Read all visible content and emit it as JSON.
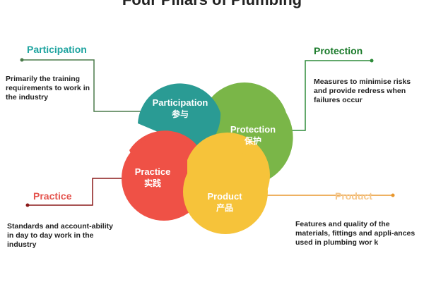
{
  "title": "Four Pillars of Plumbing",
  "colors": {
    "participation": "#2a9b94",
    "protection": "#7ab648",
    "practice": "#ef5146",
    "product": "#f6c33a",
    "participation_line": "#4a7a4a",
    "protection_line": "#2e8b3a",
    "practice_line": "#8b1a1a",
    "product_line": "#e8972e",
    "participation_title": "#1fa4a0",
    "protection_title": "#1a7a2a",
    "practice_title": "#e4554f",
    "product_title": "#f5c68a"
  },
  "pillars": {
    "participation": {
      "label_en": "Participation",
      "label_zh": "参与",
      "title": "Participation",
      "description": "Primarily the training requirements to work in the industry"
    },
    "protection": {
      "label_en": "Protection",
      "label_zh": "保护",
      "title": "Protection",
      "description": "Measures to minimise risks and provide redress when failures occur"
    },
    "practice": {
      "label_en": "Practice",
      "label_zh": "实践",
      "title": "Practice",
      "description": "Standards and account-ability in day to day work in the industry"
    },
    "product": {
      "label_en": "Product",
      "label_zh": "产品",
      "title": "Product",
      "description": "Features and quality of the materials, fittings and appli-ances used in plumbing wor k"
    }
  }
}
